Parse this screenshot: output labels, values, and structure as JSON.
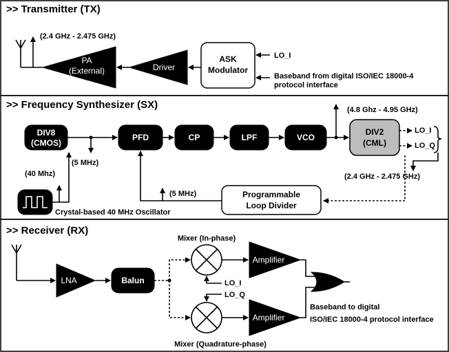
{
  "sections": {
    "tx": {
      "title": ">>  Transmitter (TX)",
      "band_label": "(2.4 GHz - 2.475 GHz)",
      "pa_line1": "PA",
      "pa_line2": "(External)",
      "driver": "Driver",
      "modulator_line1": "ASK",
      "modulator_line2": "Modulator",
      "lo_input": "LO_I",
      "baseband_line1": "Baseband from digital ISO/IEC 18000-4",
      "baseband_line2": "protocol interface"
    },
    "sx": {
      "title": ">>  Frequency Synthesizer  (SX)",
      "div8_line1": "DIV8",
      "div8_line2": "(CMOS)",
      "pfd": "PFD",
      "cp": "CP",
      "lpf": "LPF",
      "vco": "VCO",
      "div2_line1": "DIV2",
      "div2_line2": "(CML)",
      "vco_band": "(4.8 Ghz - 4.95 GHz)",
      "lo_i": "LO_I",
      "lo_q": "LO_Q",
      "lo_band": "(2.4 GHz - 2.475 GHz)",
      "ref_freq_1": "(5 MHz)",
      "ref_freq_2": "(5 MHz)",
      "osc_freq": "(40 Mhz)",
      "osc_label": "Crystal-based 40 MHz Oscillator",
      "divider_line1": "Programmable",
      "divider_line2": "Loop  Divider"
    },
    "rx": {
      "title": ">>  Receiver (RX)",
      "lna": "LNA",
      "balun": "Balun",
      "mixer_i_label": "Mixer (In-phase)",
      "mixer_q_label": "Mixer (Quadrature-phase)",
      "amp_i": "Amplifier",
      "amp_q": "Amplifier",
      "lo_i": "LO_I",
      "lo_q": "LO_Q",
      "output_line1": "Baseband to digital",
      "output_line2": "ISO/IEC 18000-4 protocol interface"
    }
  }
}
